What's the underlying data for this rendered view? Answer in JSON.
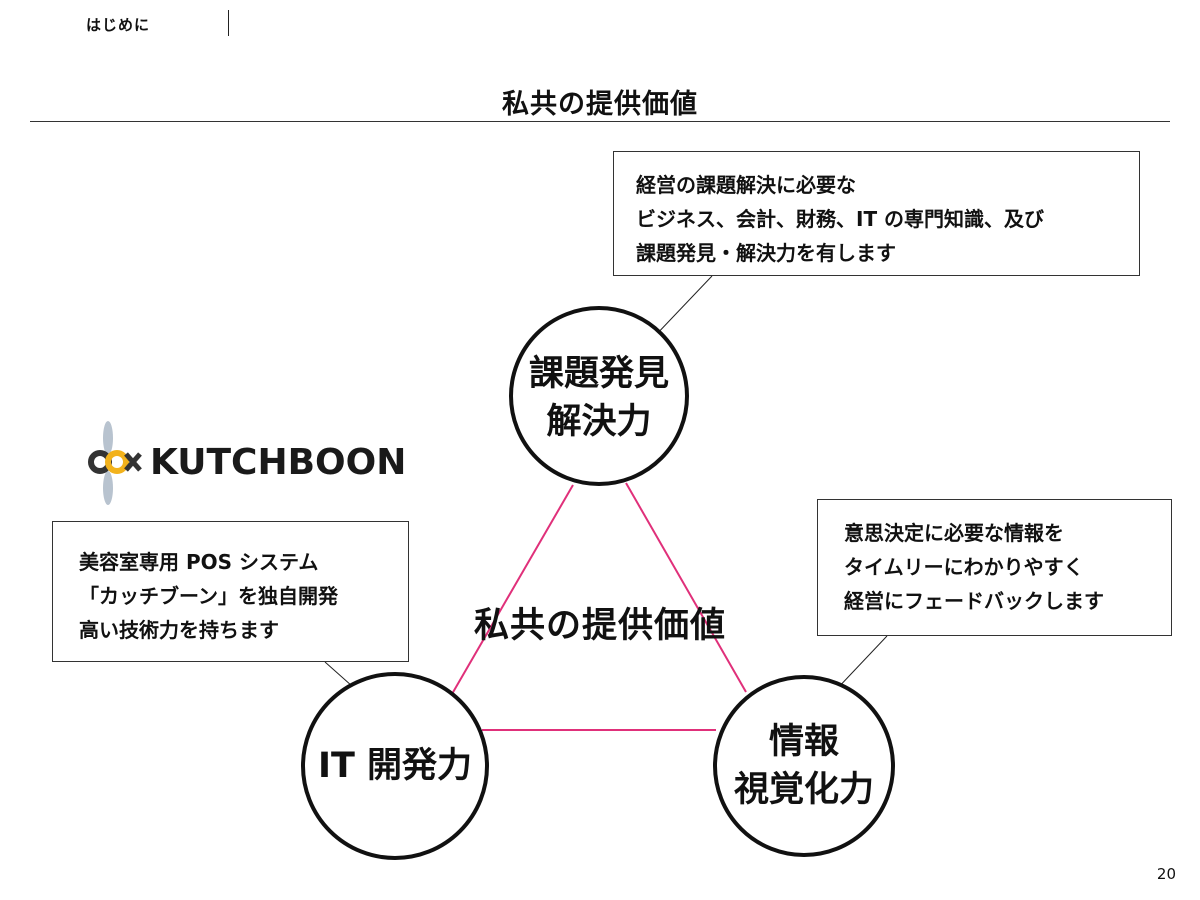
{
  "header": {
    "section_label": "はじめに",
    "title": "私共の提供価値"
  },
  "logo": {
    "text": "KUTCHBOON",
    "icon": "kutchboon-logo-icon"
  },
  "diagram": {
    "center_label": "私共の提供価値",
    "nodes": {
      "problem_solving": {
        "line1": "課題発見",
        "line2": "解決力"
      },
      "it_development": {
        "line1": "IT 開発力"
      },
      "visualization": {
        "line1": "情報",
        "line2": "視覚化力"
      }
    },
    "edge_color": "#e0307a",
    "callouts": {
      "top": {
        "lines": [
          "経営の課題解決に必要な",
          "ビジネス、会計、財務、IT の専門知識、及び",
          "課題発見・解決力を有します"
        ]
      },
      "right": {
        "lines": [
          "意思決定に必要な情報を",
          "タイムリーにわかりやすく",
          "経営にフェードバックします"
        ]
      },
      "left": {
        "lines": [
          "美容室専用 POS システム",
          "「カッチブーン」を独自開発",
          "高い技術力を持ちます"
        ]
      }
    }
  },
  "footer": {
    "page_number": "20"
  }
}
